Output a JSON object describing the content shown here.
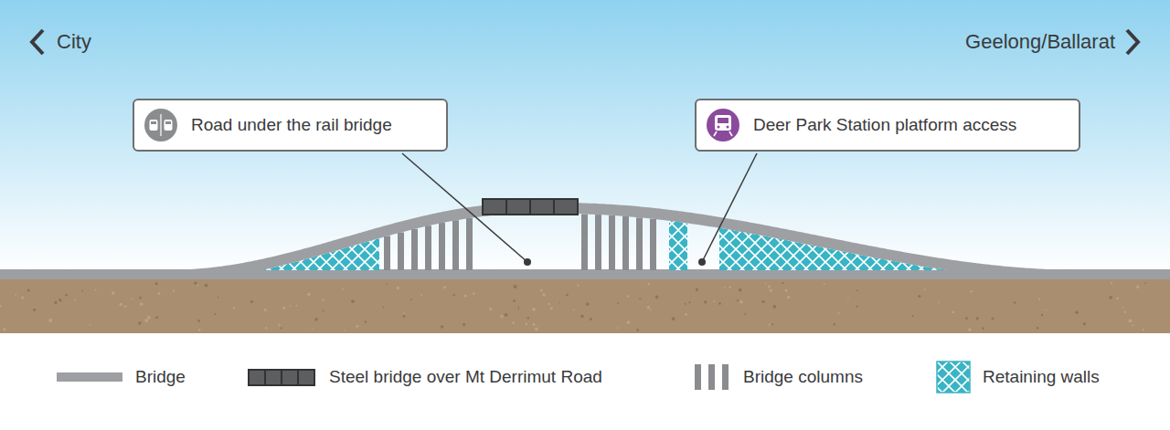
{
  "diagram": {
    "nodes": [
      {
        "text": [
          "Road under the rail bridge"
        ]
      },
      {
        "text": [
          "Deer Park Station platform access"
        ]
      }
    ],
    "labels": [
      "City",
      "Geelong/Ballarat"
    ],
    "legend": [
      {
        "text": "Bridge",
        "color": "#9d9fa2"
      },
      {
        "text": "Steel bridge over Mt Derrimut Road"
      },
      {
        "text": "Bridge columns"
      },
      {
        "text": "Retaining walls"
      }
    ]
  }
}
